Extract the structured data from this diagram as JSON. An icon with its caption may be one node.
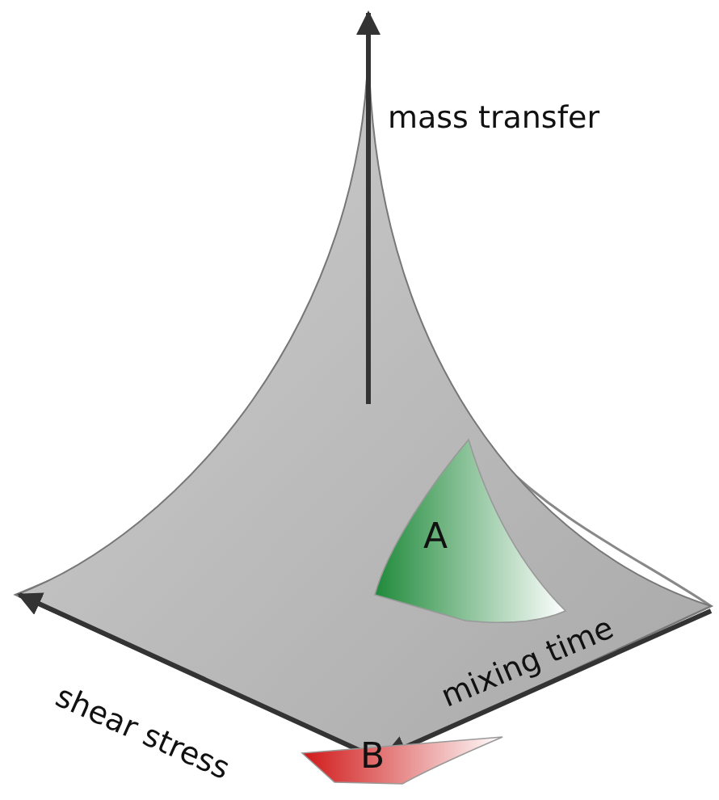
{
  "diagram": {
    "nodes": [
      {
        "text": [
          "A"
        ]
      },
      {
        "text": [
          "B"
        ]
      }
    ],
    "edges": [],
    "labels": [
      "mass transfer",
      "shear stress",
      "mixing time"
    ]
  }
}
